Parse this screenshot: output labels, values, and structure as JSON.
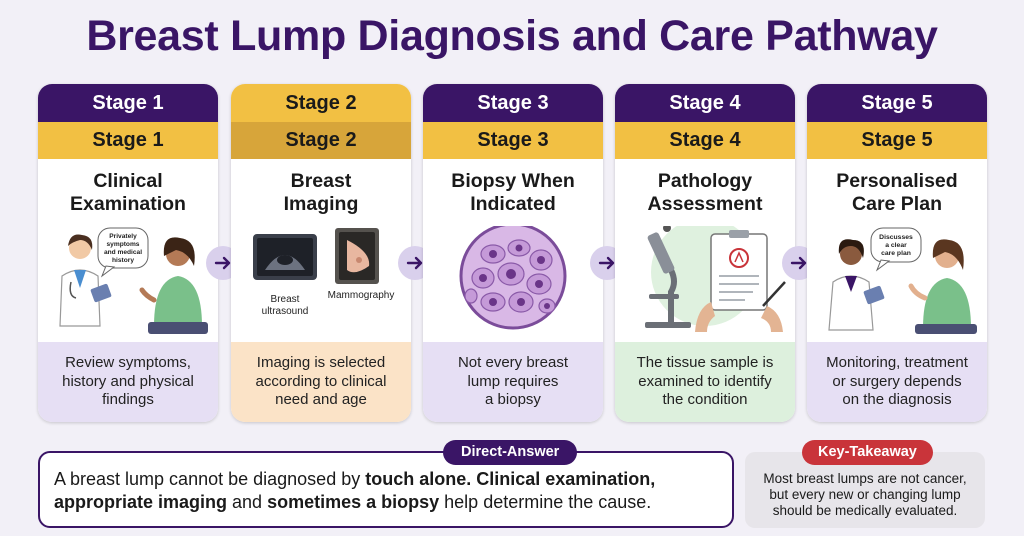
{
  "title": "Breast Lump Diagnosis and Care Pathway",
  "colors": {
    "title": "#3a1566",
    "band_purple": "#3a1566",
    "band_gold": "#f2c043",
    "desc_purple": "#e6dff4",
    "desc_peach": "#fbe3c7",
    "desc_green": "#ddf0dd",
    "arrow_bg": "#d9d0ec",
    "takeaway_red": "#c9343a"
  },
  "stages": [
    {
      "header": "Stage 1",
      "subheader": "Stage 1",
      "name_line1": "Clinical",
      "name_line2": "Examination",
      "illustration": "doctor-patient-consultation",
      "bubble_line1": "Privately",
      "bubble_line2": "symptoms",
      "bubble_line3": "and medical",
      "bubble_line4": "history",
      "desc_line1": "Review symptoms,",
      "desc_line2": "history and physical",
      "desc_line3": "findings"
    },
    {
      "header": "Stage 2",
      "subheader": "Stage 2",
      "name_line1": "Breast",
      "name_line2": "Imaging",
      "illustration": "ultrasound-and-mammography",
      "label_ultrasound_line1": "Breast",
      "label_ultrasound_line2": "ultrasound",
      "label_mammo": "Mammography",
      "desc_line1": "Imaging is selected",
      "desc_line2": "according to clinical",
      "desc_line3": "need and age"
    },
    {
      "header": "Stage 3",
      "subheader": "Stage 3",
      "name_line1": "Biopsy When",
      "name_line2": "Indicated",
      "illustration": "cell-microscopy-circle",
      "desc_line1": "Not every breast",
      "desc_line2": "lump requires",
      "desc_line3": "a biopsy"
    },
    {
      "header": "Stage 4",
      "subheader": "Stage 4",
      "name_line1": "Pathology",
      "name_line2": "Assessment",
      "illustration": "microscope-and-clipboard",
      "desc_line1": "The tissue sample is",
      "desc_line2": "examined to identify",
      "desc_line3": "the condition"
    },
    {
      "header": "Stage 5",
      "subheader": "Stage 5",
      "name_line1": "Personalised",
      "name_line2": "Care Plan",
      "illustration": "doctor-patient-care-plan",
      "bubble_line1": "Discusses",
      "bubble_line2": "a clear",
      "bubble_line3": "care plan",
      "desc_line1": "Monitoring, treatment",
      "desc_line2": "or surgery depends",
      "desc_line3": "on the diagnosis"
    }
  ],
  "arrows": [
    "arrow-right-icon",
    "arrow-right-icon",
    "arrow-right-icon",
    "arrow-right-icon"
  ],
  "direct_answer": {
    "label": "Direct-Answer",
    "l1_a": "A breast lump cannot be diagnosed by ",
    "l1_b": "touch alone. Clinical examination,",
    "l2_a": "appropriate imaging",
    "l2_b": " and ",
    "l2_c": "sometimes a biopsy",
    "l2_d": " help determine the cause."
  },
  "key_takeaway": {
    "label": "Key-Takeaway",
    "line1": "Most breast lumps are not cancer,",
    "line2": "but every new or changing lump",
    "line3": "should be medically evaluated."
  }
}
